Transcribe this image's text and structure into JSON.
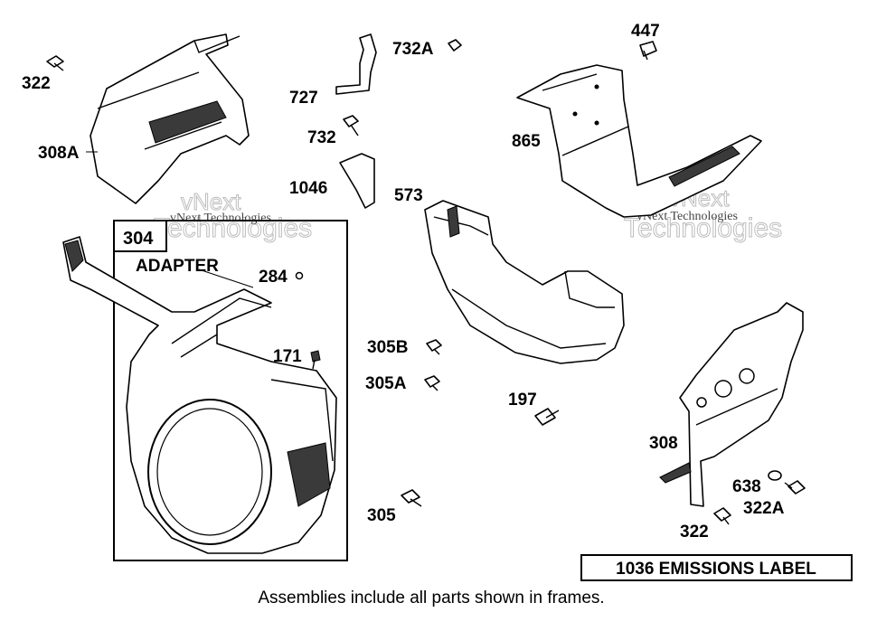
{
  "labels": {
    "p322_top": "322",
    "p308A": "308A",
    "p304": "304",
    "adapter": "ADAPTER",
    "p284": "284",
    "p171": "171",
    "p732A": "732A",
    "p727": "727",
    "p732": "732",
    "p1046": "1046",
    "p573": "573",
    "p447": "447",
    "p865": "865",
    "p305B": "305B",
    "p305A": "305A",
    "p197": "197",
    "p305": "305",
    "p308": "308",
    "p638": "638",
    "p322A": "322A",
    "p322_bottom": "322"
  },
  "emissions_label": "1036 EMISSIONS LABEL",
  "footer": "Assemblies include all parts shown in frames.",
  "watermark": {
    "brand": "vNext",
    "word": "Technologies",
    "small": "vNext Technologies"
  }
}
